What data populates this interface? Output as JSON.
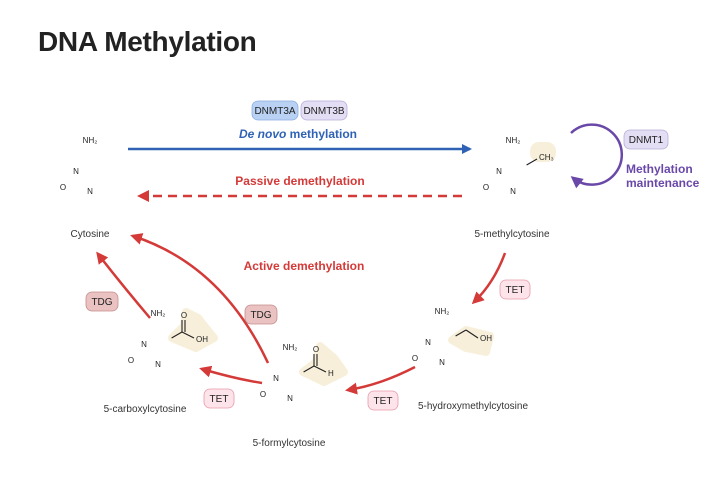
{
  "title": "DNA Methylation",
  "enzymes": {
    "dnmt3a": "DNMT3A",
    "dnmt3b": "DNMT3B",
    "dnmt1": "DNMT1",
    "tet": "TET",
    "tdg": "TDG"
  },
  "processes": {
    "de_novo_italic": "De novo",
    "de_novo_rest": " methylation",
    "passive": "Passive demethylation",
    "active": "Active demethylation",
    "maintenance_line1": "Methylation",
    "maintenance_line2": "maintenance"
  },
  "molecules": {
    "cytosine": "Cytosine",
    "methyl": "5-methylcytosine",
    "hydroxymethyl": "5-hydroxymethylcytosine",
    "formyl": "5-formylcytosine",
    "carboxyl": "5-carboxylcytosine"
  },
  "atoms": {
    "n": "N",
    "o": "O",
    "nh2": "NH₂",
    "ch3": "CH₃",
    "oh": "OH",
    "h": "H"
  },
  "colors": {
    "blue": "#2f62b5",
    "red": "#d33a38",
    "purple": "#6a48a8",
    "dnmt_pill": "#b9d1f3",
    "tet_pill": "#fde3ea",
    "tdg_pill": "#e9c2c1",
    "dnmt1_pill": "#e4def4",
    "highlight": "#f7efd9"
  }
}
